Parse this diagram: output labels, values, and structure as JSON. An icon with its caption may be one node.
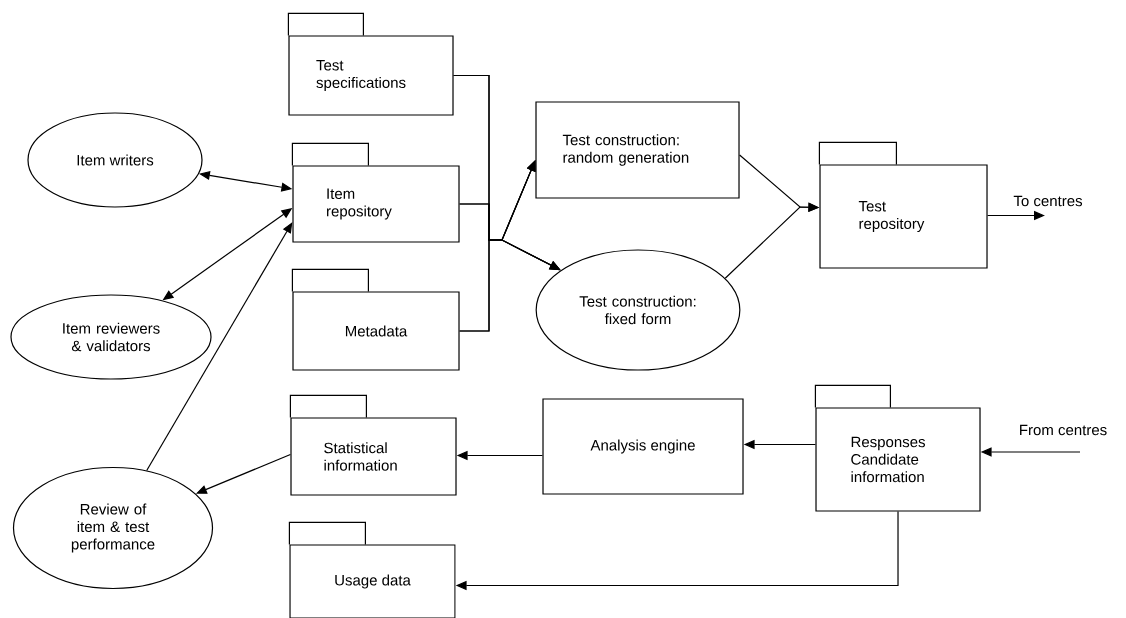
{
  "diagram": {
    "nodes": [
      {
        "text": [
          "Test specifications"
        ]
      },
      {
        "text": [
          "Item writers"
        ]
      },
      {
        "text": [
          "Item repository"
        ]
      },
      {
        "text": [
          "Item reviewers & validators"
        ]
      },
      {
        "text": [
          "Metadata"
        ]
      },
      {
        "text": [
          "Test construction: random generation"
        ]
      },
      {
        "text": [
          "Test construction: fixed form"
        ]
      },
      {
        "text": [
          "Test repository"
        ]
      },
      {
        "text": [
          "Responses Candidate information"
        ]
      },
      {
        "text": [
          "Analysis engine"
        ]
      },
      {
        "text": [
          "Statistical information"
        ]
      },
      {
        "text": [
          "Review of item & test performance"
        ]
      },
      {
        "text": [
          "Usage data"
        ]
      }
    ],
    "edges": [
      {
        "from": 1,
        "to": 2,
        "arrow": "both"
      },
      {
        "from": 3,
        "to": 2,
        "arrow": "both"
      },
      {
        "from": 11,
        "to": 2,
        "arrow": "to"
      },
      {
        "from": 0,
        "to": 5,
        "arrow": "to"
      },
      {
        "from": 0,
        "to": 6,
        "arrow": "to"
      },
      {
        "from": 2,
        "to": 5,
        "arrow": "to"
      },
      {
        "from": 2,
        "to": 6,
        "arrow": "to"
      },
      {
        "from": 4,
        "to": 5,
        "arrow": "to"
      },
      {
        "from": 4,
        "to": 6,
        "arrow": "to"
      },
      {
        "from": 5,
        "to": 7,
        "arrow": "to"
      },
      {
        "from": 6,
        "to": 7,
        "arrow": "to"
      },
      {
        "from": 7,
        "to": null,
        "arrow": "to",
        "label": "To centres"
      },
      {
        "from": null,
        "to": 8,
        "arrow": "to",
        "label": "From centres"
      },
      {
        "from": 8,
        "to": 9,
        "arrow": "to"
      },
      {
        "from": 9,
        "to": 10,
        "arrow": "to"
      },
      {
        "from": 10,
        "to": 11,
        "arrow": "to"
      },
      {
        "from": 8,
        "to": 12,
        "arrow": "to"
      }
    ]
  }
}
